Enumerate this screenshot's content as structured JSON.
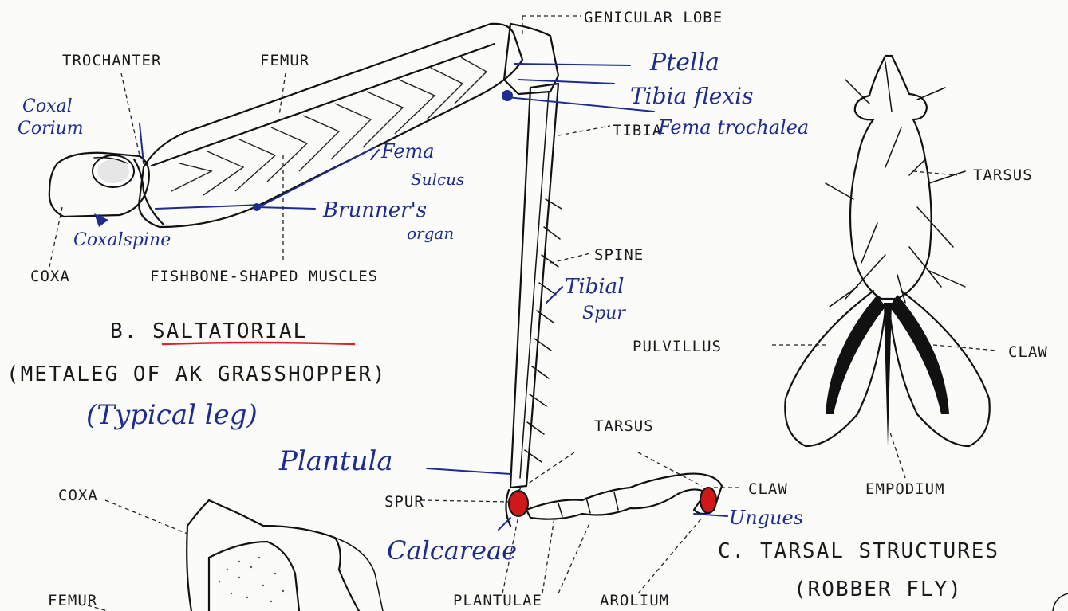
{
  "printed_labels": {
    "genicular_lobe": "GENICULAR LOBE",
    "trochanter": "TROCHANTER",
    "femur": "FEMUR",
    "tibia": "TIBIA",
    "tarsus_right": "TARSUS",
    "coxa_top": "COXA",
    "fishbone": "FISHBONE-SHAPED MUSCLES",
    "spine": "SPINE",
    "pulvillus": "PULVILLUS",
    "claw_right": "CLAW",
    "tarsus_mid": "TARSUS",
    "coxa_bottom": "COXA",
    "spur": "SPUR",
    "claw_mid": "CLAW",
    "empodium": "EMPODIUM",
    "femur_bottom": "FEMUR",
    "plantulae": "PLANTULAE",
    "arolium": "AROLIUM"
  },
  "titles": {
    "saltatorial": "B. SALTATORIAL",
    "saltatorial_sub": "(METALEG OF AK GRASSHOPPER)",
    "tarsal": "C. TARSAL STRUCTURES",
    "tarsal_sub": "(ROBBER FLY)"
  },
  "handwritten_notes": {
    "ptella": "Ptella",
    "tibia_flexis": "Tibia flexis",
    "fema_trochalea": "Fema trochalea",
    "coxal": "Coxal",
    "corium": "Corium",
    "fema": "Fema",
    "sulcus": "Sulcus",
    "brunners": "Brunner's",
    "organ": "organ",
    "coxalspine": "Coxalspine",
    "tibial": "Tibial",
    "spur": "Spur",
    "typical_leg": "(Typical leg)",
    "plantula": "Plantula",
    "ungues": "Ungues",
    "calcareae": "Calcareae"
  },
  "colors": {
    "pencil": "#111111",
    "pen_blue": "#1e2c8f",
    "underline_red": "#e02020",
    "highlight_red": "#d01818"
  }
}
